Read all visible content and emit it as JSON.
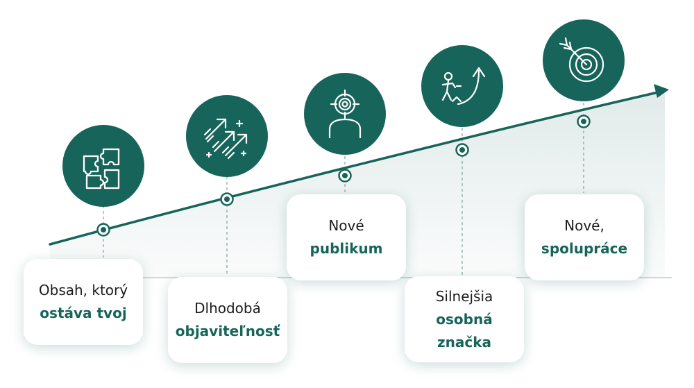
{
  "colors": {
    "primary": "#17645a",
    "card_text": "#1c1c1c",
    "card_bg": "#ffffff"
  },
  "steps": [
    {
      "icon": "puzzle-icon",
      "plain": [
        "Obsah, ktorý"
      ],
      "bold": [
        "ostáva tvoj"
      ]
    },
    {
      "icon": "rising-arrows-icon",
      "plain": [
        "Dlhodobá"
      ],
      "bold": [
        "objaviteľnosť"
      ]
    },
    {
      "icon": "target-person-icon",
      "plain": [
        "Nové"
      ],
      "bold": [
        "publikum"
      ]
    },
    {
      "icon": "person-growth-arrow-icon",
      "plain": [
        "Silnejšia"
      ],
      "bold": [
        "osobná",
        "značka"
      ]
    },
    {
      "icon": "bullseye-arrow-icon",
      "plain": [
        "Nové,"
      ],
      "bold": [
        "spolupráce"
      ]
    }
  ]
}
